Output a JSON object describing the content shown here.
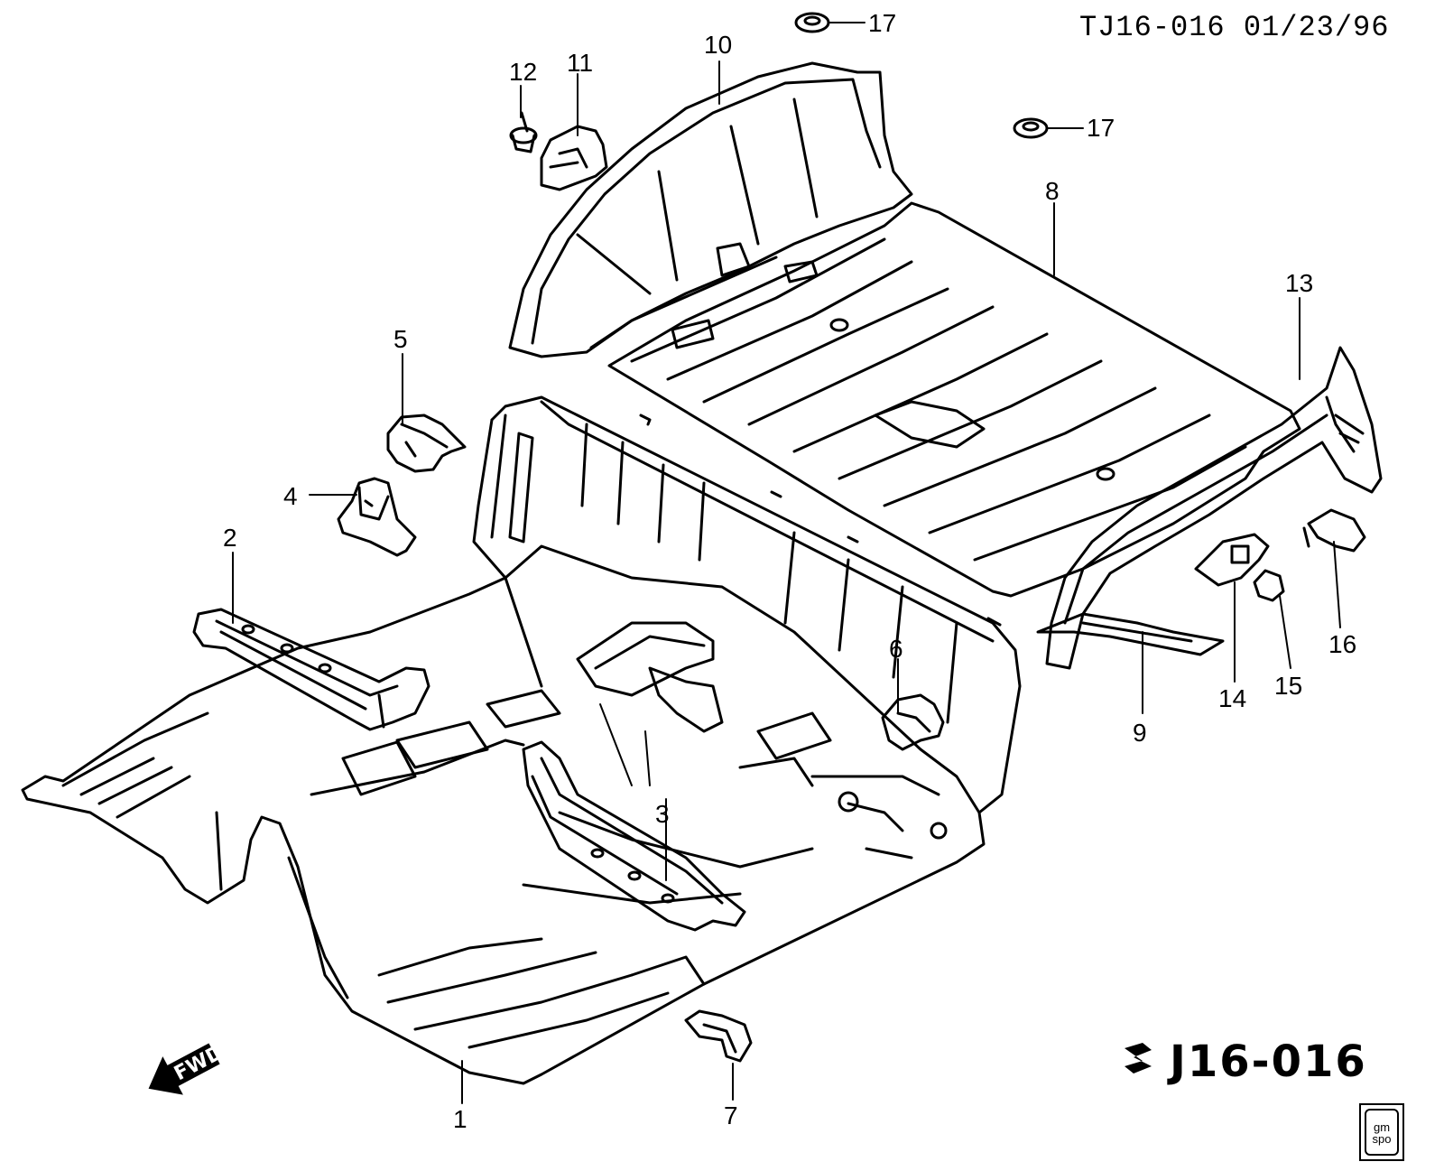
{
  "header": {
    "code_date": "TJ16-016 01/23/96"
  },
  "figure": {
    "code": "J16-016",
    "direction_label": "FWD"
  },
  "badge": {
    "line1": "gm",
    "line2": "spo"
  },
  "callouts": [
    "1",
    "2",
    "3",
    "4",
    "5",
    "6",
    "7",
    "8",
    "9",
    "10",
    "11",
    "12",
    "13",
    "14",
    "15",
    "16",
    "17",
    "17"
  ],
  "colors": {
    "ink": "#000000",
    "paper": "#ffffff"
  },
  "icons": [
    "suzuki-logo-icon",
    "fwd-arrow-icon",
    "gm-spo-badge-icon"
  ]
}
